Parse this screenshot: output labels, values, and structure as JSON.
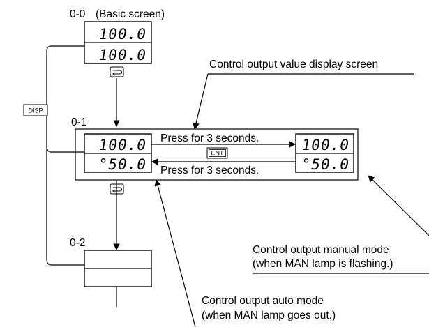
{
  "screens": {
    "s00": {
      "id": "0-0",
      "title": "(Basic screen)",
      "upper": "100.0",
      "lower": "100.0"
    },
    "s01": {
      "id": "0-1",
      "upper_left": "100.0",
      "lower_left": "°50.0",
      "upper_right": "100.0",
      "lower_right": "°50.0"
    },
    "s02": {
      "id": "0-2"
    }
  },
  "labels": {
    "control_output_screen": "Control output value display screen",
    "press_top": "Press for 3 seconds.",
    "press_bottom": "Press for 3 seconds.",
    "manual_mode_line1": "Control output manual mode",
    "manual_mode_line2": "(when MAN lamp is flashing.)",
    "auto_mode_line1": "Control output auto mode",
    "auto_mode_line2": "(when MAN lamp goes out.)"
  },
  "keys": {
    "disp": "DISP",
    "ent": "ENT",
    "cycle_icon": "cycle-arrow-icon"
  }
}
